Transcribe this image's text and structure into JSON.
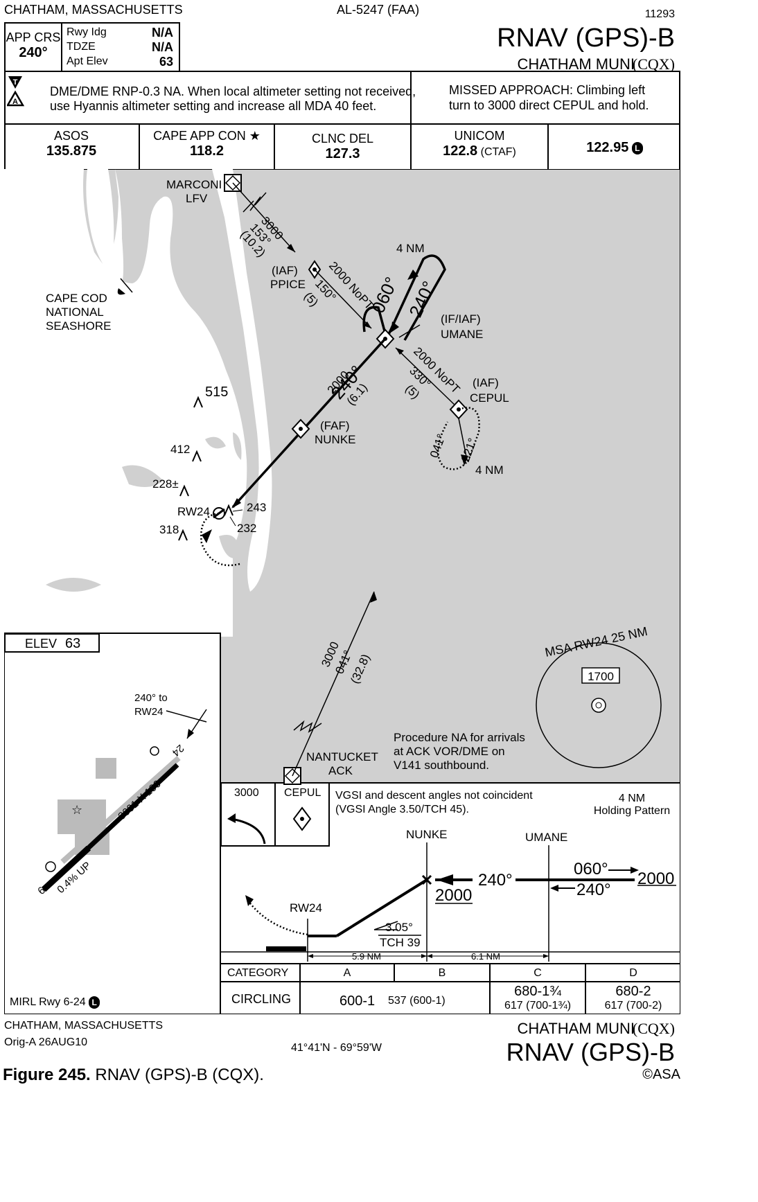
{
  "header": {
    "location": "CHATHAM, MASSACHUSETTS",
    "chart_id": "AL-5247 (FAA)",
    "number": "11293",
    "title": "RNAV (GPS)-B",
    "airport": "CHATHAM MUNI",
    "ident": "(CQX)"
  },
  "app_info": {
    "crs_label": "APP CRS",
    "crs_value": "240°",
    "rows": [
      {
        "label": "Rwy Idg",
        "value": "N/A"
      },
      {
        "label": "TDZE",
        "value": "N/A"
      },
      {
        "label": "Apt Elev",
        "value": "63"
      }
    ]
  },
  "notes": {
    "symbol_t": "T",
    "symbol_a": "A",
    "line1": "DME/DME RNP-0.3 NA.  When local altimeter setting not received,",
    "line2": "use Hyannis altimeter setting and increase all MDA 40 feet.",
    "missed1": "MISSED APPROACH: Climbing left",
    "missed2": "turn to 3000 direct CEPUL and hold."
  },
  "comms": [
    {
      "label": "ASOS",
      "freq": "135.875",
      "extra": ""
    },
    {
      "label": "CAPE APP CON ★",
      "freq": "118.2",
      "extra": ""
    },
    {
      "label": "CLNC DEL",
      "freq": "127.3",
      "extra": ""
    },
    {
      "label": "UNICOM",
      "freq": "122.8",
      "extra": "(CTAF)"
    },
    {
      "label": "",
      "freq": "122.95",
      "extra": "L"
    }
  ],
  "planview": {
    "marconi": "MARCONI",
    "lfv": "LFV",
    "seg1_alt": "3000",
    "seg1_crs": "153°",
    "seg1_dist": "(10.2)",
    "iaf": "(IAF)",
    "ppice": "PPICE",
    "ppice_alt": "2000 NoPT",
    "ppice_crs": "150°",
    "ppice_dist": "(5)",
    "hold_nm": "4 NM",
    "hold_out": "060°",
    "hold_in": "240°",
    "ifiaf": "(IF/IAF)",
    "umane": "UMANE",
    "cepul_alt": "2000 NoPT",
    "cepul_crs": "330°",
    "cepul_dist": "(5)",
    "iaf2": "(IAF)",
    "cepul": "CEPUL",
    "cepul_hold_in": "041°",
    "cepul_hold_out": "221°",
    "cepul_hold_nm": "4 NM",
    "final_alt": "2000",
    "final_crs": "240°",
    "final_dist": "(6.1)",
    "faf": "(FAF)",
    "nunke": "NUNKE",
    "seashore1": "CAPE COD",
    "seashore2": "NATIONAL",
    "seashore3": "SEASHORE",
    "obst515": "515",
    "obst412": "412",
    "obst228": "228±",
    "obst318": "318",
    "obst243": "243",
    "obst232": "232",
    "rw24": "RW24",
    "ack_alt": "3000",
    "ack_crs": "041°",
    "ack_dist": "(32.8)",
    "nantucket": "NANTUCKET",
    "ack": "ACK",
    "proc_na1": "Procedure NA for arrivals",
    "proc_na2": "at ACK VOR/DME on",
    "proc_na3": "V141 southbound.",
    "msa_label": "MSA RW24 25 NM",
    "msa_alt": "1700"
  },
  "airport": {
    "elev_label": "ELEV",
    "elev_value": "63",
    "note1": "240° to",
    "note2": "RW24",
    "rwy_dims": "3001 X 100",
    "gradient": "0.4% UP",
    "rwy24": "24",
    "rwy6": "6",
    "mirl": "MIRL Rwy 6-24",
    "mirl_l": "L"
  },
  "profile": {
    "missed_alt": "3000",
    "missed_fix": "CEPUL",
    "vgsi1": "VGSI and descent angles not coincident",
    "vgsi2": "(VGSI Angle 3.50/TCH 45).",
    "hp1": "4 NM",
    "hp2": "Holding Pattern",
    "nunke": "NUNKE",
    "umane": "UMANE",
    "crs_in": "240°",
    "nunke_alt": "2000",
    "hold_out": "060°",
    "hold_in": "240°",
    "umane_alt": "2000",
    "rw24": "RW24",
    "angle": "3.05°",
    "tch": "TCH 39",
    "dist1": "5.9 NM",
    "dist2": "6.1 NM"
  },
  "minimums": {
    "cat_label": "CATEGORY",
    "cats": [
      "A",
      "B",
      "C",
      "D"
    ],
    "row_label": "CIRCLING",
    "ab_main": "600-1",
    "ab_sub": "537 (600-1)",
    "c_main": "680-1¾",
    "c_sub": "617 (700-1¾)",
    "d_main": "680-2",
    "d_sub": "617 (700-2)"
  },
  "footer": {
    "location": "CHATHAM, MASSACHUSETTS",
    "orig": "Orig-A  26AUG10",
    "coords": "41°41'N - 69°59'W",
    "airport": "CHATHAM MUNI",
    "ident": "(CQX)",
    "title": "RNAV (GPS)-B",
    "caption_bold": "Figure 245.",
    "caption": " RNAV (GPS)-B (CQX).",
    "copyright": "©ASA"
  }
}
